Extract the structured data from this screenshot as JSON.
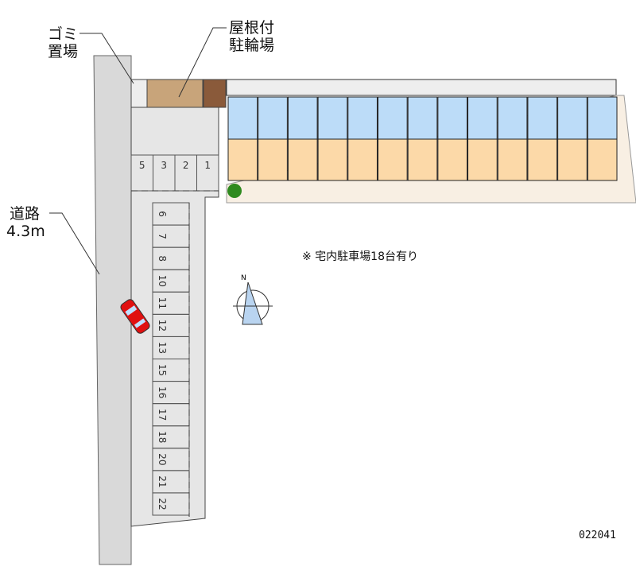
{
  "labels": {
    "garbage_line1": "ゴミ",
    "garbage_line2": "置場",
    "bike_line1": "屋根付",
    "bike_line2": "駐輪場",
    "road_line1": "道路",
    "road_line2": "4.3m"
  },
  "note": "※ 宅内駐車場18台有り",
  "map_code": "022041",
  "compass": {
    "north_label": "N"
  },
  "parking": {
    "top_row": [
      "5",
      "3",
      "2",
      "1"
    ],
    "side_column": [
      "6",
      "7",
      "8",
      "10",
      "11",
      "12",
      "13",
      "15",
      "16",
      "17",
      "18",
      "20",
      "21",
      "22"
    ]
  },
  "building": {
    "unit_count": 13
  },
  "colors": {
    "road": "#d9d9d9",
    "lot": "#e6e6e6",
    "upper_units": "#bcdcf8",
    "lower_units": "#fcd9a8",
    "lawn": "#f8efe3",
    "car": "#e01010",
    "bike": "#c8a47a"
  }
}
